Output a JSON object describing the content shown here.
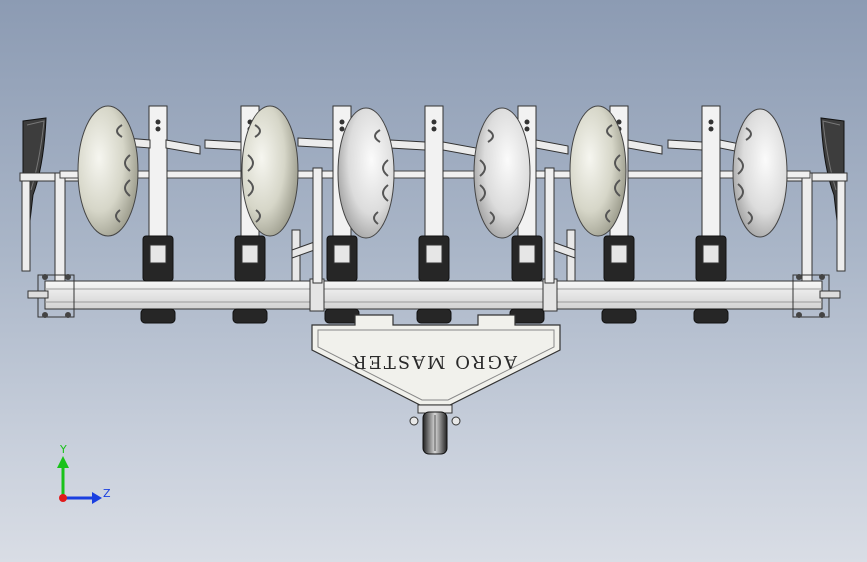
{
  "brand_plate": {
    "text": "AGRO MASTER"
  },
  "triad": {
    "y_label": "Y",
    "z_label": "Z",
    "colors": {
      "y": "#19c219",
      "z": "#1a3fe0",
      "x": "#e01a1a"
    }
  },
  "icons": [
    "triad-icon",
    "disc-icon",
    "wheel-icon"
  ],
  "colors": {
    "metal": "#ebebeb",
    "outline": "#333333",
    "dark_part": "#262626",
    "disc_light": "#f4f4ee",
    "disc_dark": "#9a9a88"
  }
}
